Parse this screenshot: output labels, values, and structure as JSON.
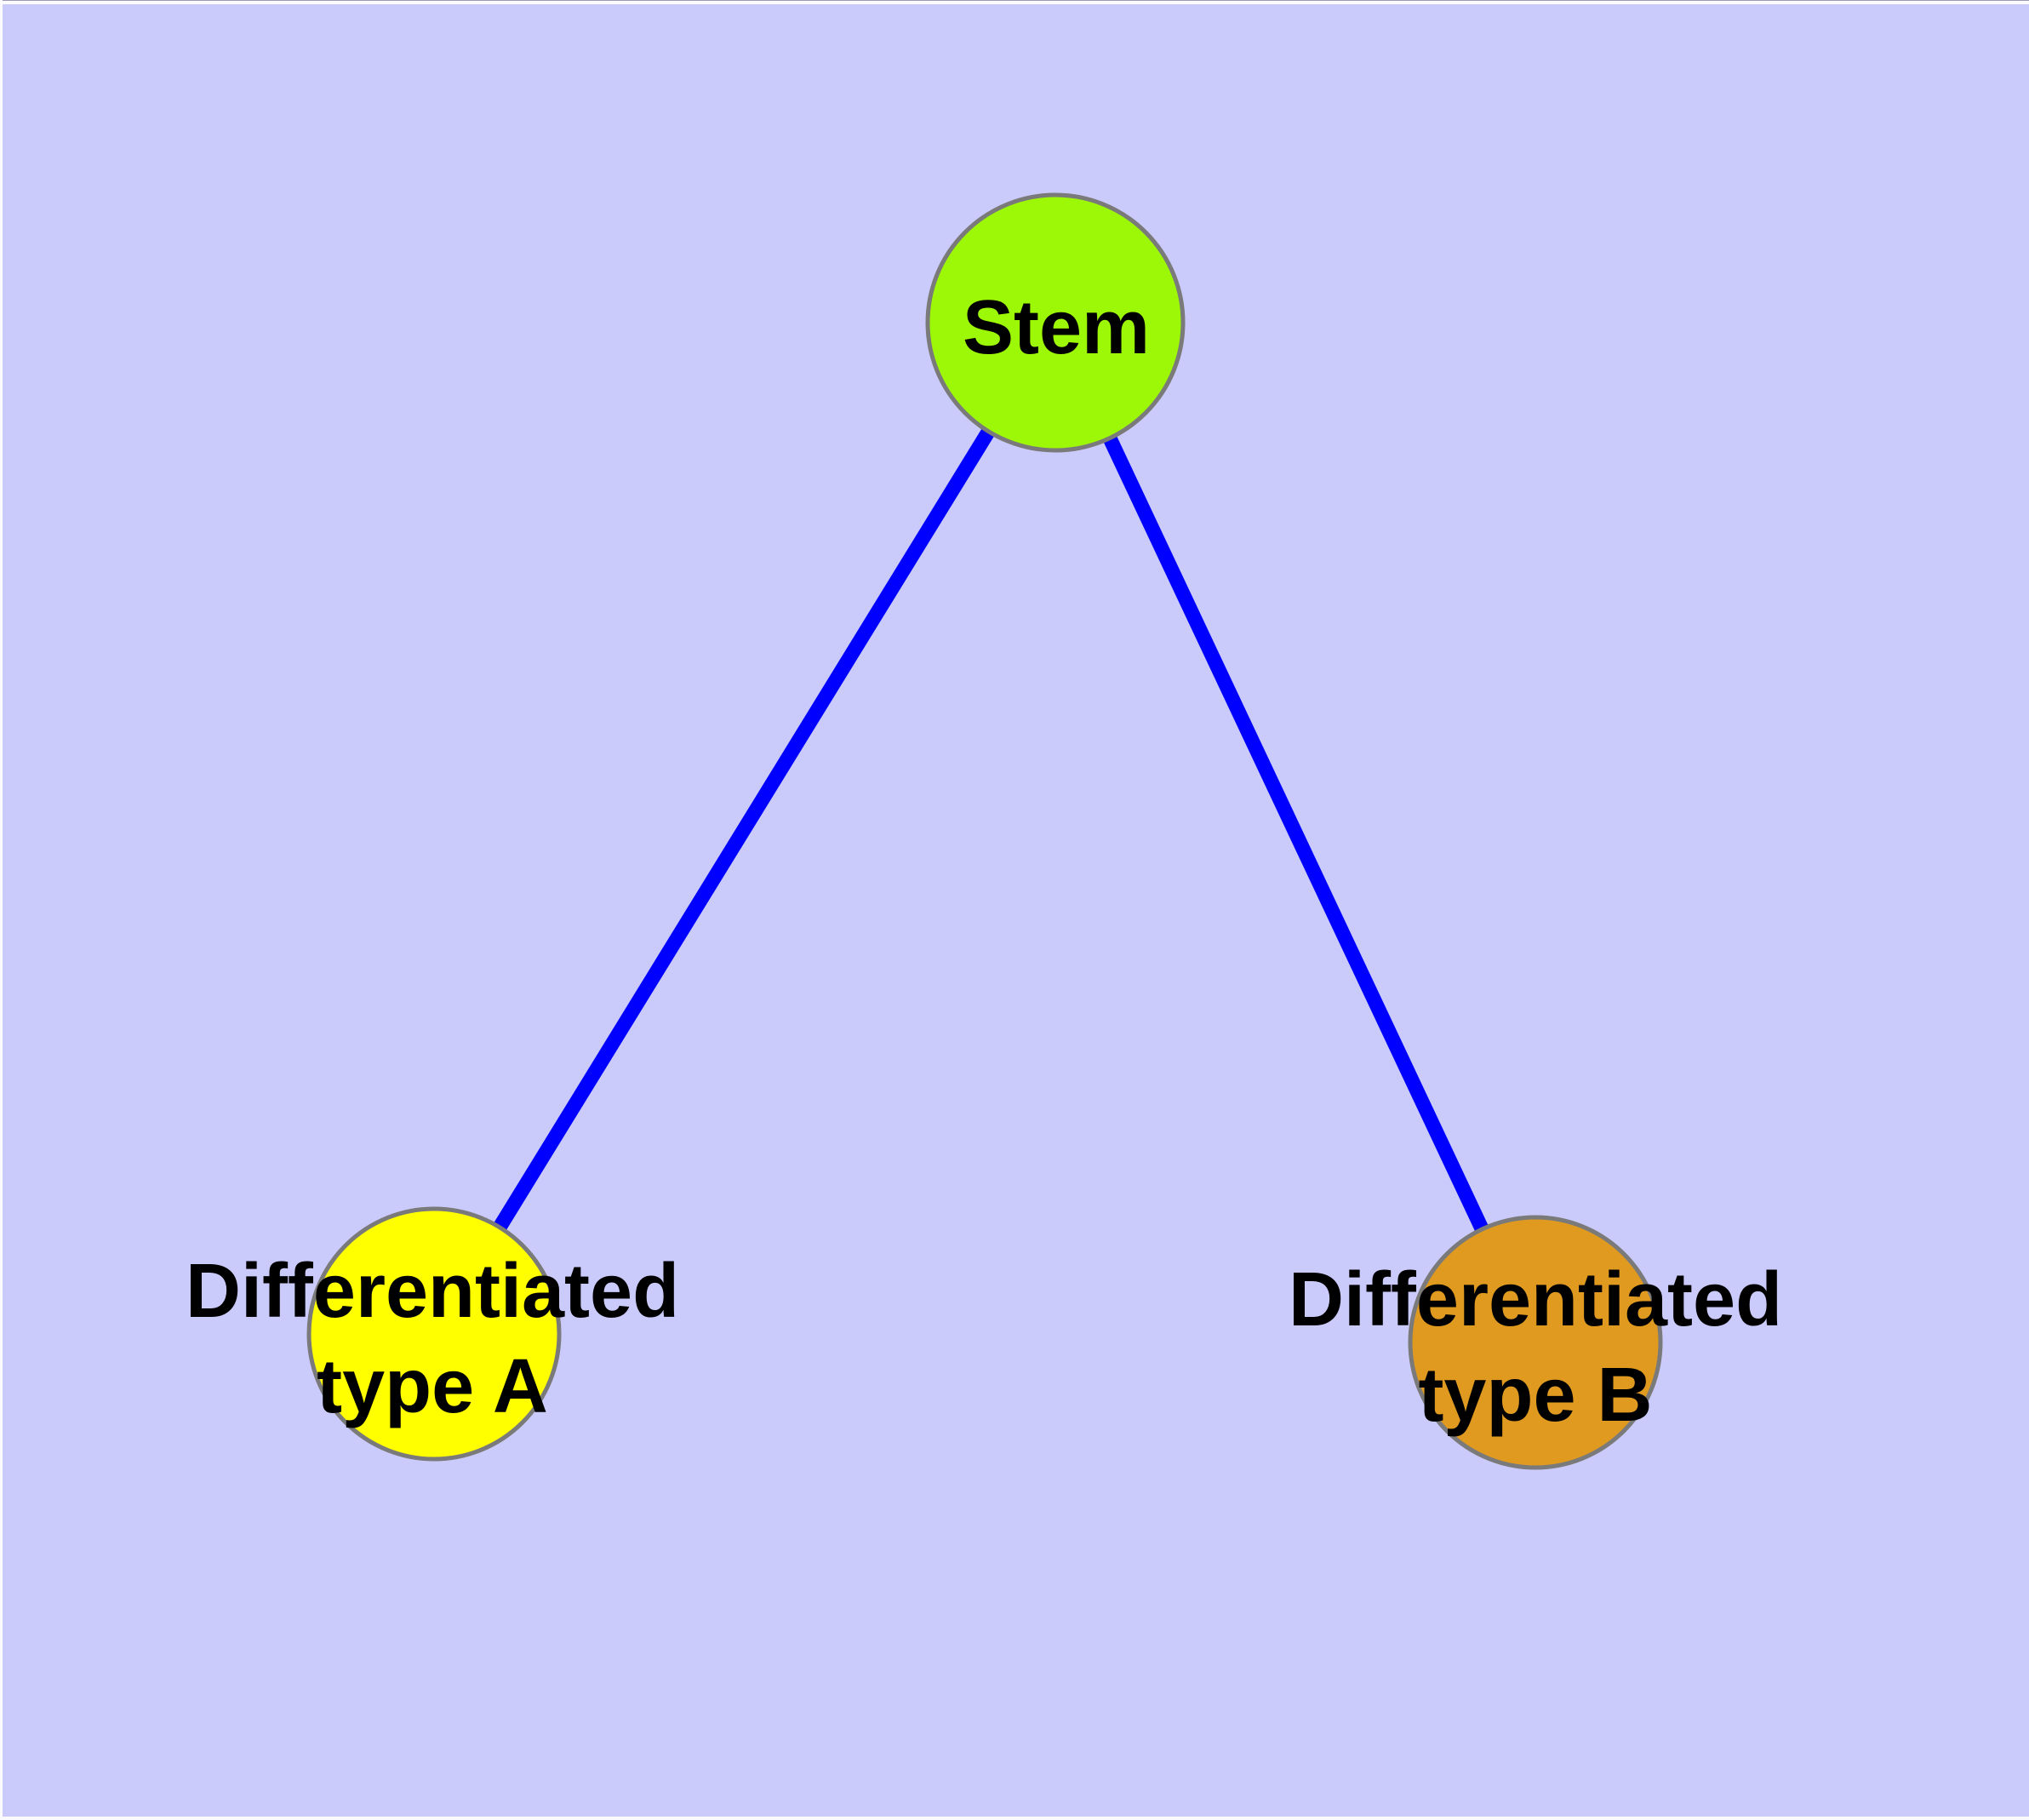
{
  "diagram": {
    "background": "#CBCBFB",
    "text_color": "#000000",
    "nodes": [
      {
        "id": "stem",
        "label": "Stem",
        "color": "#9DF807",
        "border_color": "#7A7A7A"
      },
      {
        "id": "type-a",
        "label": "Differentiated\ntype A",
        "color": "#FFFF00",
        "border_color": "#7A7A7A"
      },
      {
        "id": "type-b",
        "label": "Differentiated\ntype B",
        "color": "#E09A20",
        "border_color": "#7A7A7A"
      }
    ],
    "edges": [
      {
        "from": "Stem",
        "to": "Differentiated type A",
        "color": "#0000FF"
      },
      {
        "from": "Stem",
        "to": "Differentiated type B",
        "color": "#0000FF"
      }
    ]
  }
}
